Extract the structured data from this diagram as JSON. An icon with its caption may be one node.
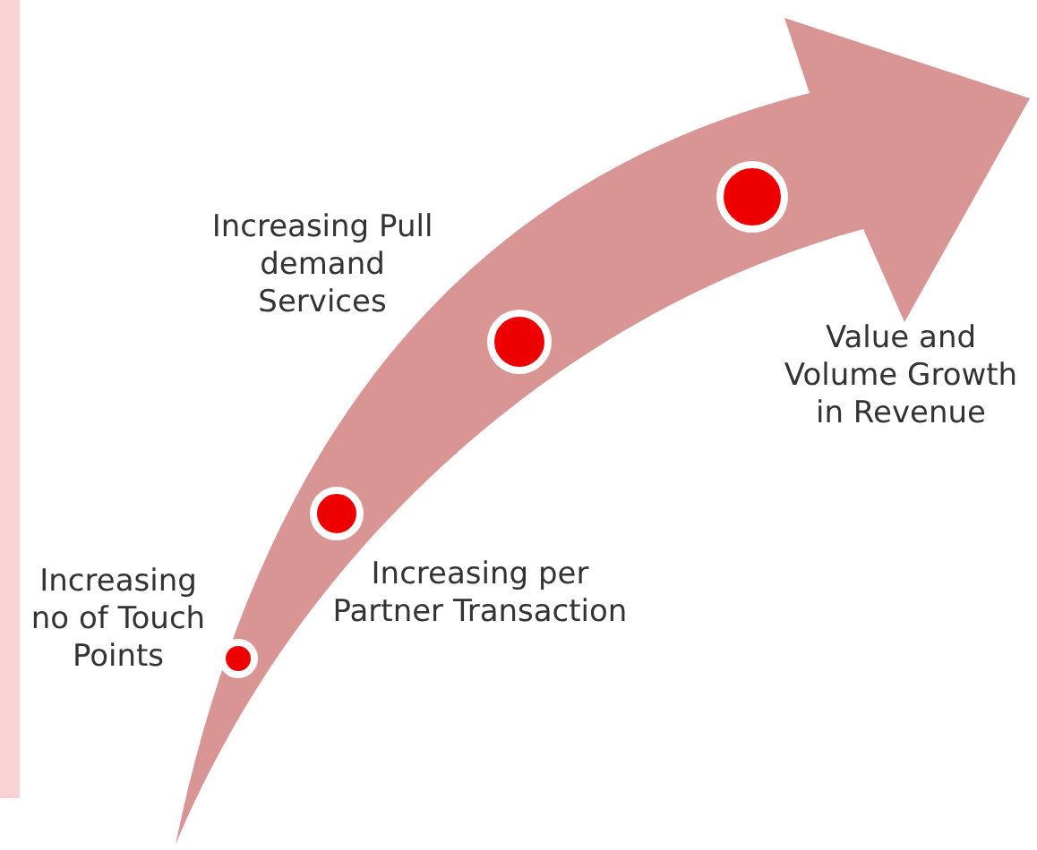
{
  "diagram": {
    "nodes": [
      {
        "text": [],
        "shape": "circle",
        "beside": [
          "Increasing no of Touch Points"
        ]
      },
      {
        "text": [],
        "shape": "circle",
        "beside": [
          "Increasing per Partner Transaction"
        ]
      },
      {
        "text": [],
        "shape": "circle",
        "beside": [
          "Increasing Pull demand Services"
        ]
      },
      {
        "text": [],
        "shape": "circle",
        "beside": [
          "Value and Volume Growth in Revenue"
        ]
      }
    ]
  }
}
